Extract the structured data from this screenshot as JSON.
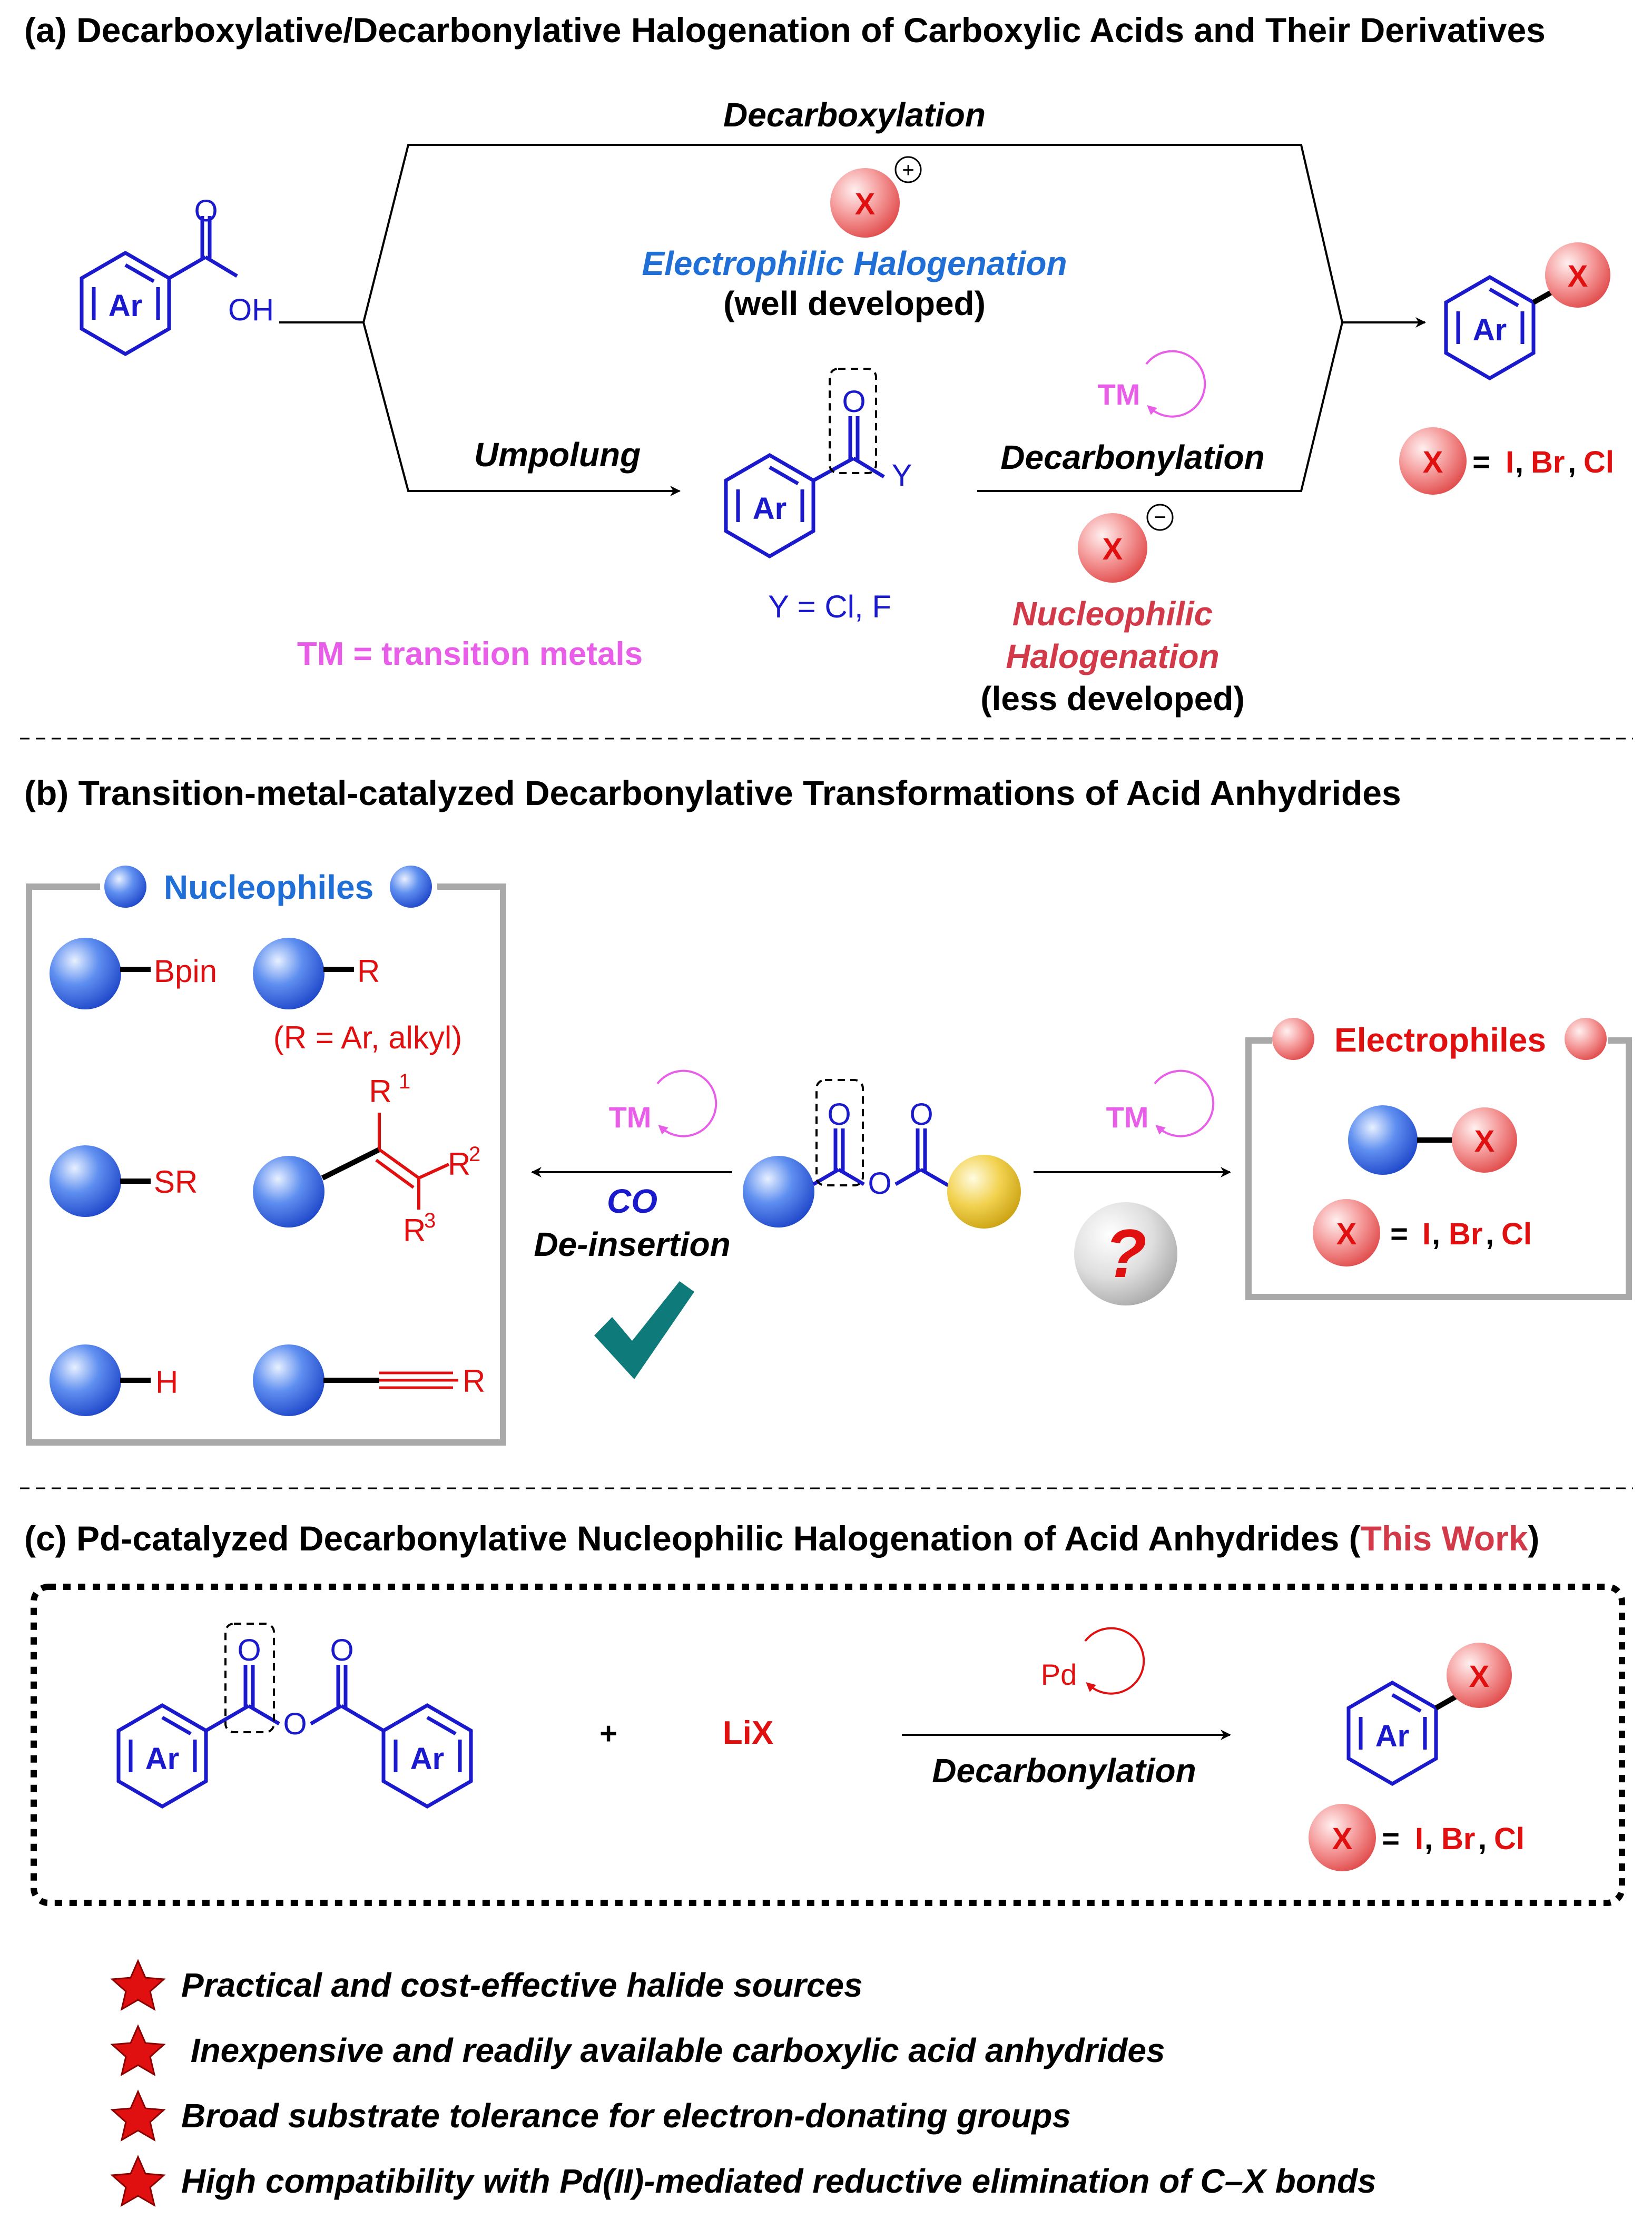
{
  "colors": {
    "blue": "#1a1acc",
    "red": "#e01010",
    "magenta": "#e85ee8",
    "electro_blue": "#1f6fd6",
    "nucleo_red": "#d23a4a",
    "grey_border": "#a9a9a9",
    "teal_check": "#0f7a7a"
  },
  "section_a": {
    "title": "(a) Decarboxylative/Decarbonylative  Halogenation of Carboxylic Acids and Their Derivatives",
    "decarboxylation": "Decarboxylation",
    "electrophilic": "Electrophilic Halogenation",
    "well_developed": "(well developed)",
    "umpolung": "Umpolung",
    "decarbonylation": "Decarbonylation",
    "y_eq": "Y = Cl, F",
    "tm_eq": "TM = transition metals",
    "nucleophilic_1": "Nucleophilic",
    "nucleophilic_2": "Halogenation",
    "less_developed": "(less developed)",
    "ar": "Ar",
    "x": "X",
    "o": "O",
    "oh": "OH",
    "y": "Y",
    "tm": "TM",
    "plus_sign": "+",
    "minus_sign": "−",
    "eq_sign": "=",
    "halide_I": "I",
    "halide_Br": "Br",
    "halide_Cl": "Cl",
    "comma": ","
  },
  "section_b": {
    "title": "(b) Transition-metal-catalyzed Decarbonylative Transformations of Acid Anhydrides",
    "nucleophiles": "Nucleophiles",
    "electrophiles": "Electrophiles",
    "bpin": "Bpin",
    "r": "R",
    "r_note": "(R = Ar, alkyl)",
    "sr": "SR",
    "r1": "R",
    "r1_sup": "1",
    "r2": "R",
    "r2_sup": "2",
    "r3": "R",
    "r3_sup": "3",
    "h": "H",
    "r_alkyne": "R",
    "co": "CO",
    "deinsertion": "De-insertion",
    "question": "?",
    "tm": "TM",
    "o": "O",
    "x": "X",
    "eq_sign": "=",
    "halide_I": "I",
    "halide_Br": "Br",
    "halide_Cl": "Cl",
    "comma": ","
  },
  "section_c": {
    "title_main": "(c) Pd-catalyzed Decarbonylative Nucleophilic Halogenation of Acid Anhydrides (",
    "title_this_work": "This Work",
    "title_end": ")",
    "plus": "+",
    "lix": "LiX",
    "pd": "Pd",
    "decarbonylation": "Decarbonylation",
    "ar": "Ar",
    "o": "O",
    "x": "X",
    "eq_sign": "=",
    "halide_I": "I",
    "halide_Br": "Br",
    "halide_Cl": "Cl",
    "comma": ","
  },
  "features": [
    "Practical and cost-effective halide sources",
    " Inexpensive and readily available carboxylic acid anhydrides",
    "Broad substrate tolerance for electron-donating groups",
    "High compatibility with Pd(II)-mediated reductive elimination of C–X bonds"
  ]
}
